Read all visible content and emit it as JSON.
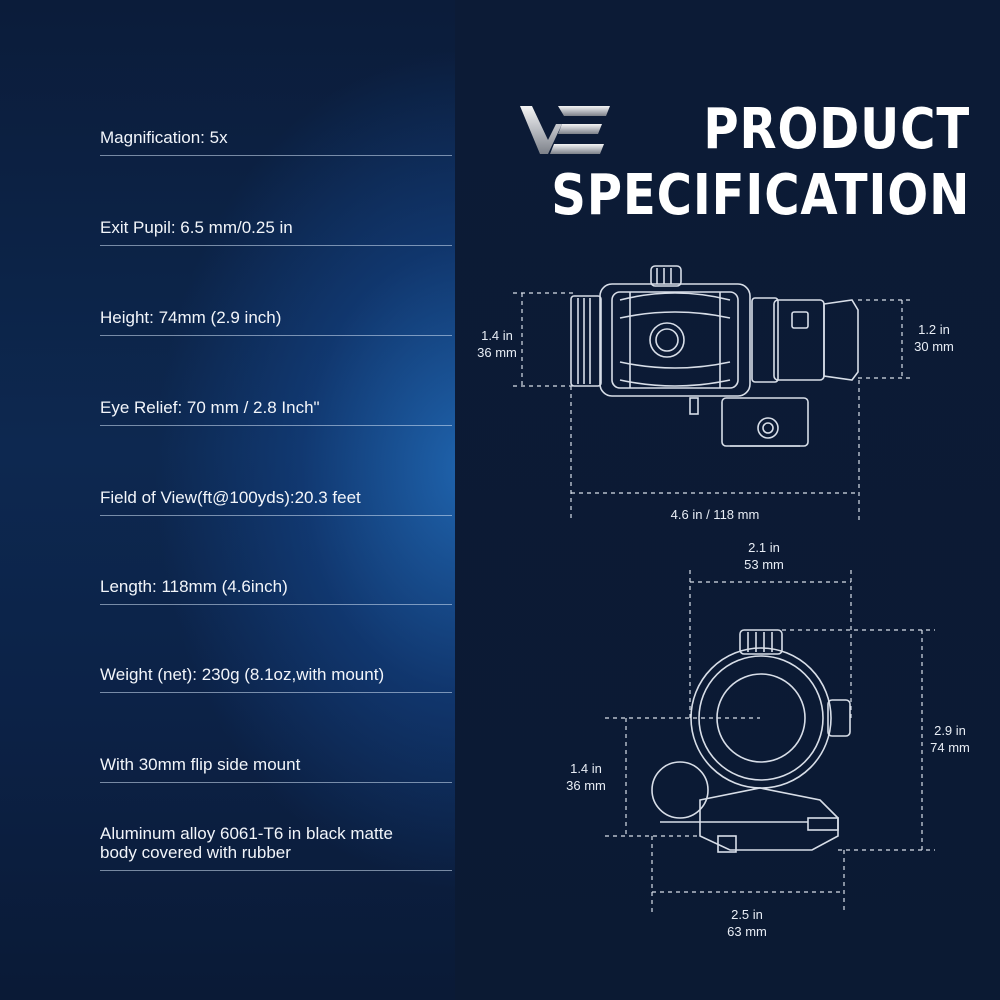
{
  "brand": {
    "logo_text": "VE",
    "accent_color": "#ffffff"
  },
  "title": {
    "line1": "PRODUCT",
    "line2": "SPECIFICATION"
  },
  "specs": [
    "Magnification: 5x",
    "Exit Pupil: 6.5 mm/0.25 in",
    "Height: 74mm (2.9 inch)",
    "Eye Relief: 70 mm / 2.8 Inch\"",
    "Field of View(ft@100yds):20.3 feet",
    "Length: 118mm (4.6inch)",
    "Weight (net): 230g (8.1oz,with mount)",
    "With 30mm flip side mount",
    "Aluminum alloy 6061-T6 in black matte\nbody covered with rubber"
  ],
  "side_view": {
    "left_height": {
      "in": "1.4 in",
      "mm": "36 mm"
    },
    "right_height": {
      "in": "1.2 in",
      "mm": "30 mm"
    },
    "length": "4.6 in / 118 mm"
  },
  "front_view": {
    "top_width": {
      "in": "2.1 in",
      "mm": "53 mm"
    },
    "right_height": {
      "in": "2.9 in",
      "mm": "74 mm"
    },
    "left_height": {
      "in": "1.4 in",
      "mm": "36 mm"
    },
    "bottom_width": {
      "in": "2.5 in",
      "mm": "63 mm"
    }
  }
}
